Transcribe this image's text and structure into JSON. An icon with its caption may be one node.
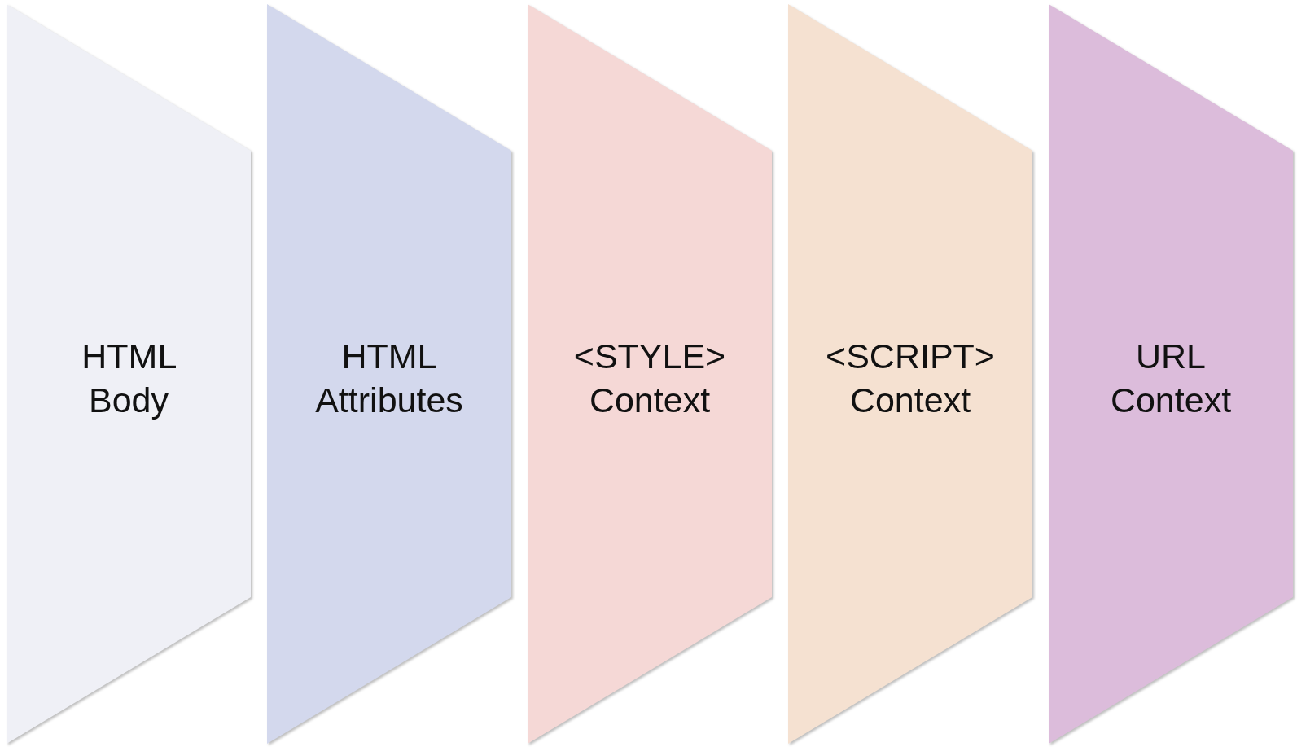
{
  "diagram": {
    "nodes": [
      {
        "text": [
          "HTML Body"
        ]
      },
      {
        "text": [
          "HTML Attributes"
        ]
      },
      {
        "text": [
          "<STYLE> Context"
        ]
      },
      {
        "text": [
          "<SCRIPT> Context"
        ]
      },
      {
        "text": [
          "URL Context"
        ]
      }
    ]
  }
}
